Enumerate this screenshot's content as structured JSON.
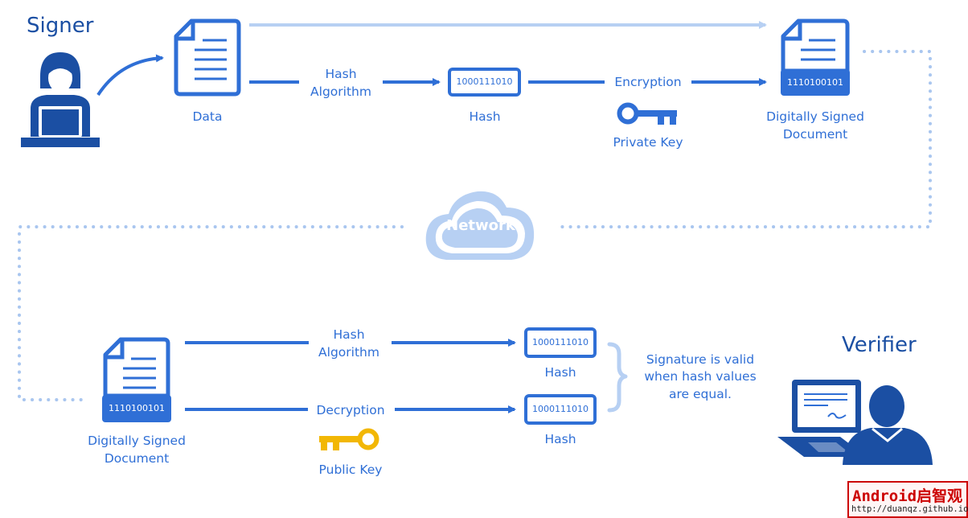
{
  "actors": {
    "signer": "Signer",
    "verifier": "Verifier"
  },
  "signing": {
    "data_label": "Data",
    "hash_algorithm": [
      "Hash",
      "Algorithm"
    ],
    "hash_value": "1000111010",
    "hash_label": "Hash",
    "encryption_label": "Encryption",
    "private_key_label": "Private Key",
    "signed_doc_value": "1110100101",
    "signed_doc_label": [
      "Digitally Signed",
      "Document"
    ]
  },
  "network": {
    "label": "Network"
  },
  "verification": {
    "signed_doc_value": "1110100101",
    "signed_doc_label": [
      "Digitally Signed",
      "Document"
    ],
    "hash_algorithm": [
      "Hash",
      "Algorithm"
    ],
    "hash_value_top": "1000111010",
    "hash_label_top": "Hash",
    "decryption_label": "Decryption",
    "public_key_label": "Public Key",
    "hash_value_bottom": "1000111010",
    "hash_label_bottom": "Hash",
    "note": [
      "Signature is valid",
      "when hash values",
      "are equal."
    ]
  },
  "watermark": {
    "line1": "Android启智观",
    "line2": "http://duanqz.github.io"
  },
  "colors": {
    "primary": "#2f6fd6",
    "dark": "#1b4fa3",
    "light": "#b7d0f3",
    "dotted": "#a9c6ef",
    "gold": "#f2b705"
  },
  "icons": [
    "person-at-laptop-icon",
    "document-icon",
    "key-icon",
    "cloud-icon",
    "person-at-computer-icon"
  ]
}
